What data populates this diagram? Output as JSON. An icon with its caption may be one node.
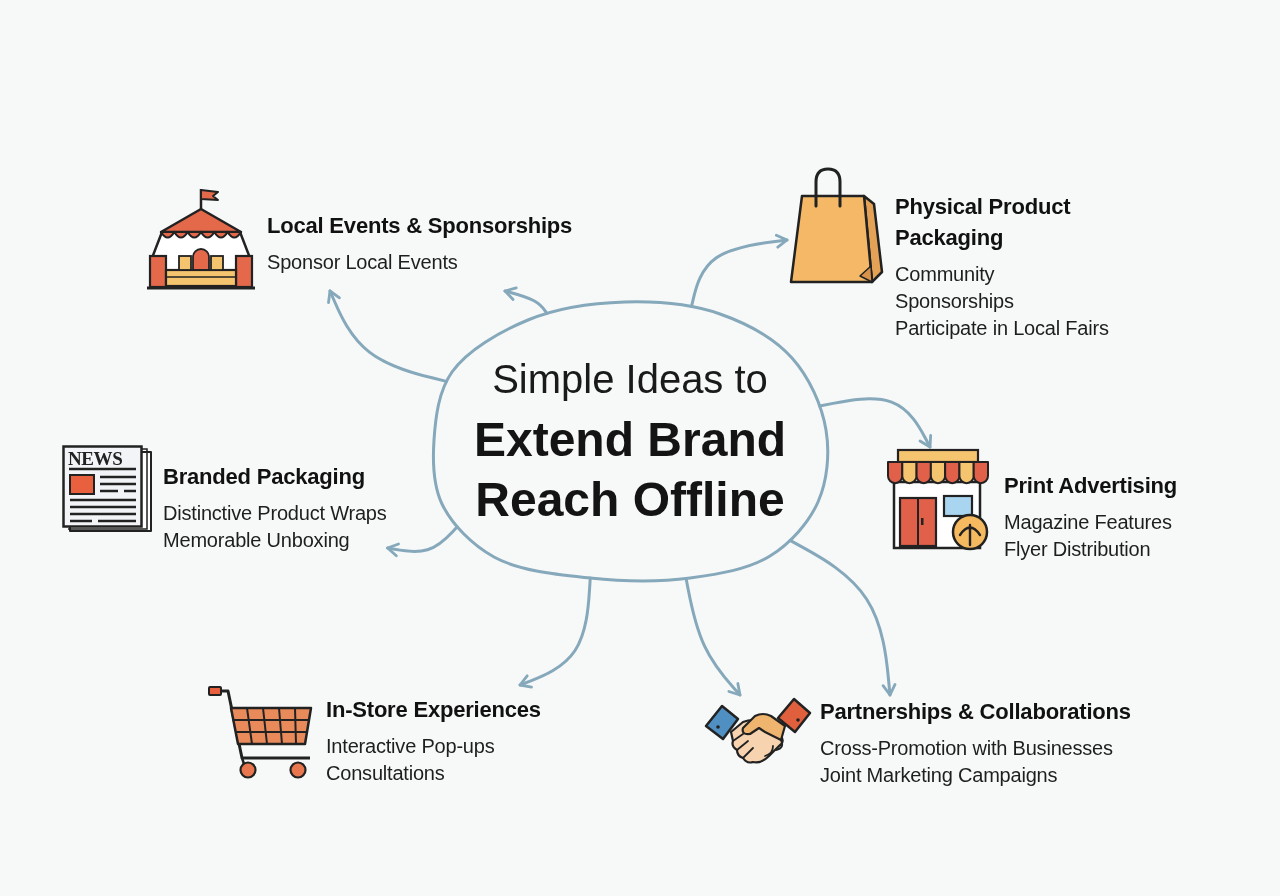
{
  "diagram": {
    "nodes": [
      {
        "text": [
          "Simple Ideas to",
          "Extend Brand Reach Offline"
        ]
      },
      {
        "text": [
          "Local Events & Sponsorships",
          "Sponsor Local Events"
        ]
      },
      {
        "text": [
          "Physical Product Packaging",
          "Community Sponsorships",
          "Participate in Local Fairs"
        ]
      },
      {
        "text": [
          "Branded Packaging",
          "Distinctive Product Wraps",
          "Memorable Unboxing"
        ]
      },
      {
        "text": [
          "Print Advertising",
          "Magazine Features",
          "Flyer Distribution"
        ]
      },
      {
        "text": [
          "In-Store Experiences",
          "Interactive Pop-ups",
          "Consultations"
        ]
      },
      {
        "text": [
          "Partnerships & Collaborations",
          "Cross-Promotion with Businesses",
          "Joint Marketing Campaigns"
        ]
      }
    ],
    "edges": [
      {
        "from": 0,
        "to": 1,
        "arrow": "to"
      },
      {
        "from": 0,
        "to": 1,
        "arrow": "to"
      },
      {
        "from": 0,
        "to": 2,
        "arrow": "to"
      },
      {
        "from": 0,
        "to": 4,
        "arrow": "to"
      },
      {
        "from": 0,
        "to": 3,
        "arrow": "to"
      },
      {
        "from": 0,
        "to": 5,
        "arrow": "to"
      },
      {
        "from": 0,
        "to": 6,
        "arrow": "to"
      },
      {
        "from": 0,
        "to": 6,
        "arrow": "to"
      }
    ],
    "labels": [
      "NEWS"
    ]
  }
}
